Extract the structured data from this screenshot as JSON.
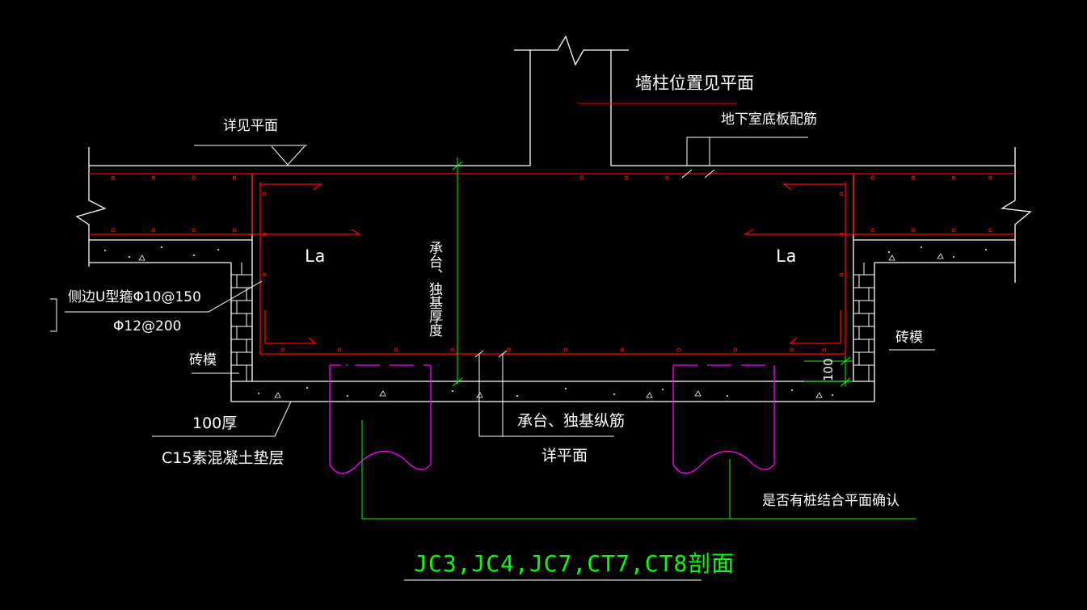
{
  "labels": {
    "wall_column_position": "墙柱位置见平面",
    "see_plan_top": "详见平面",
    "basement_slab_rebar": "地下室底板配筋",
    "la_left": "La",
    "la_right": "La",
    "thickness_vertical": "承台、独基厚度",
    "side_u_stirrup": "侧边U型箍Φ10@150",
    "rebar_phi12": "Φ12@200",
    "brick_form_left": "砖模",
    "brick_form_right": "砖模",
    "dim_100": "100",
    "cushion_thickness": "100厚",
    "cushion_material": "C15素混凝土垫层",
    "pile_cap_rebar": "承台、独基纵筋",
    "see_plan_bottom": "详平面",
    "pile_confirm": "是否有桩结合平面确认",
    "title": "JC3,JC4,JC7,CT7,CT8剖面"
  },
  "colors": {
    "background": "#000000",
    "outline": "#ffffff",
    "rebar": "#ff0000",
    "pile": "#ff00ff",
    "dimension": "#00ff00"
  }
}
